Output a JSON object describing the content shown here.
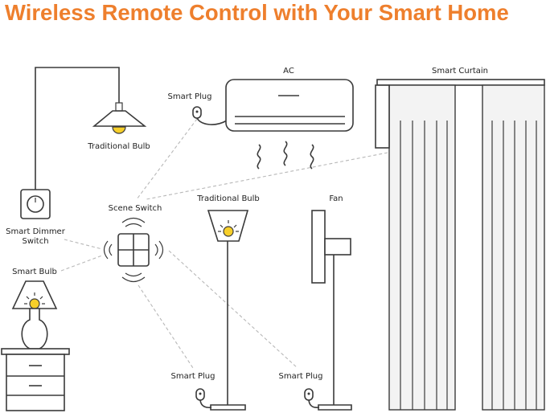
{
  "title": "Wireless Remote Control with Your Smart Home",
  "labels": {
    "ac": "AC",
    "smart_curtain": "Smart Curtain",
    "smart_plug_ac": "Smart Plug",
    "traditional_bulb_ceiling": "Traditional Bulb",
    "scene_switch": "Scene Switch",
    "traditional_bulb_floor": "Traditional Bulb",
    "fan": "Fan",
    "smart_dimmer_line1": "Smart Dimmer",
    "smart_dimmer_line2": "Switch",
    "smart_bulb": "Smart Bulb",
    "smart_plug_floor_lamp": "Smart Plug",
    "smart_plug_fan": "Smart Plug"
  },
  "colors": {
    "title": "#ee7f2d",
    "bulb": "#f7cf2a",
    "line": "#3a3a3a",
    "dashed_link": "#b8b8b8"
  }
}
